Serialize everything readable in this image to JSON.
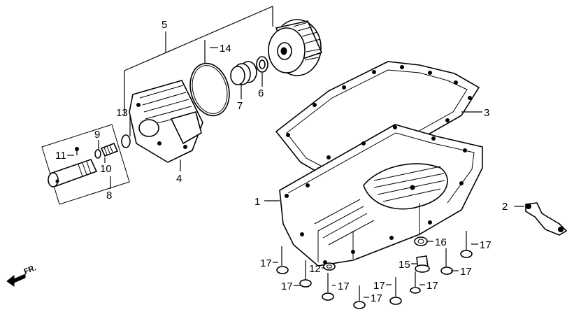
{
  "callouts": {
    "c1": "1",
    "c2": "2",
    "c3": "3",
    "c4": "4",
    "c5": "5",
    "c6": "6",
    "c7": "7",
    "c8": "8",
    "c9": "9",
    "c10": "10",
    "c11": "11",
    "c12": "12",
    "c13": "13",
    "c14": "14",
    "c15": "15",
    "c16": "16",
    "c17": "17"
  },
  "direction": {
    "label": "FR."
  }
}
